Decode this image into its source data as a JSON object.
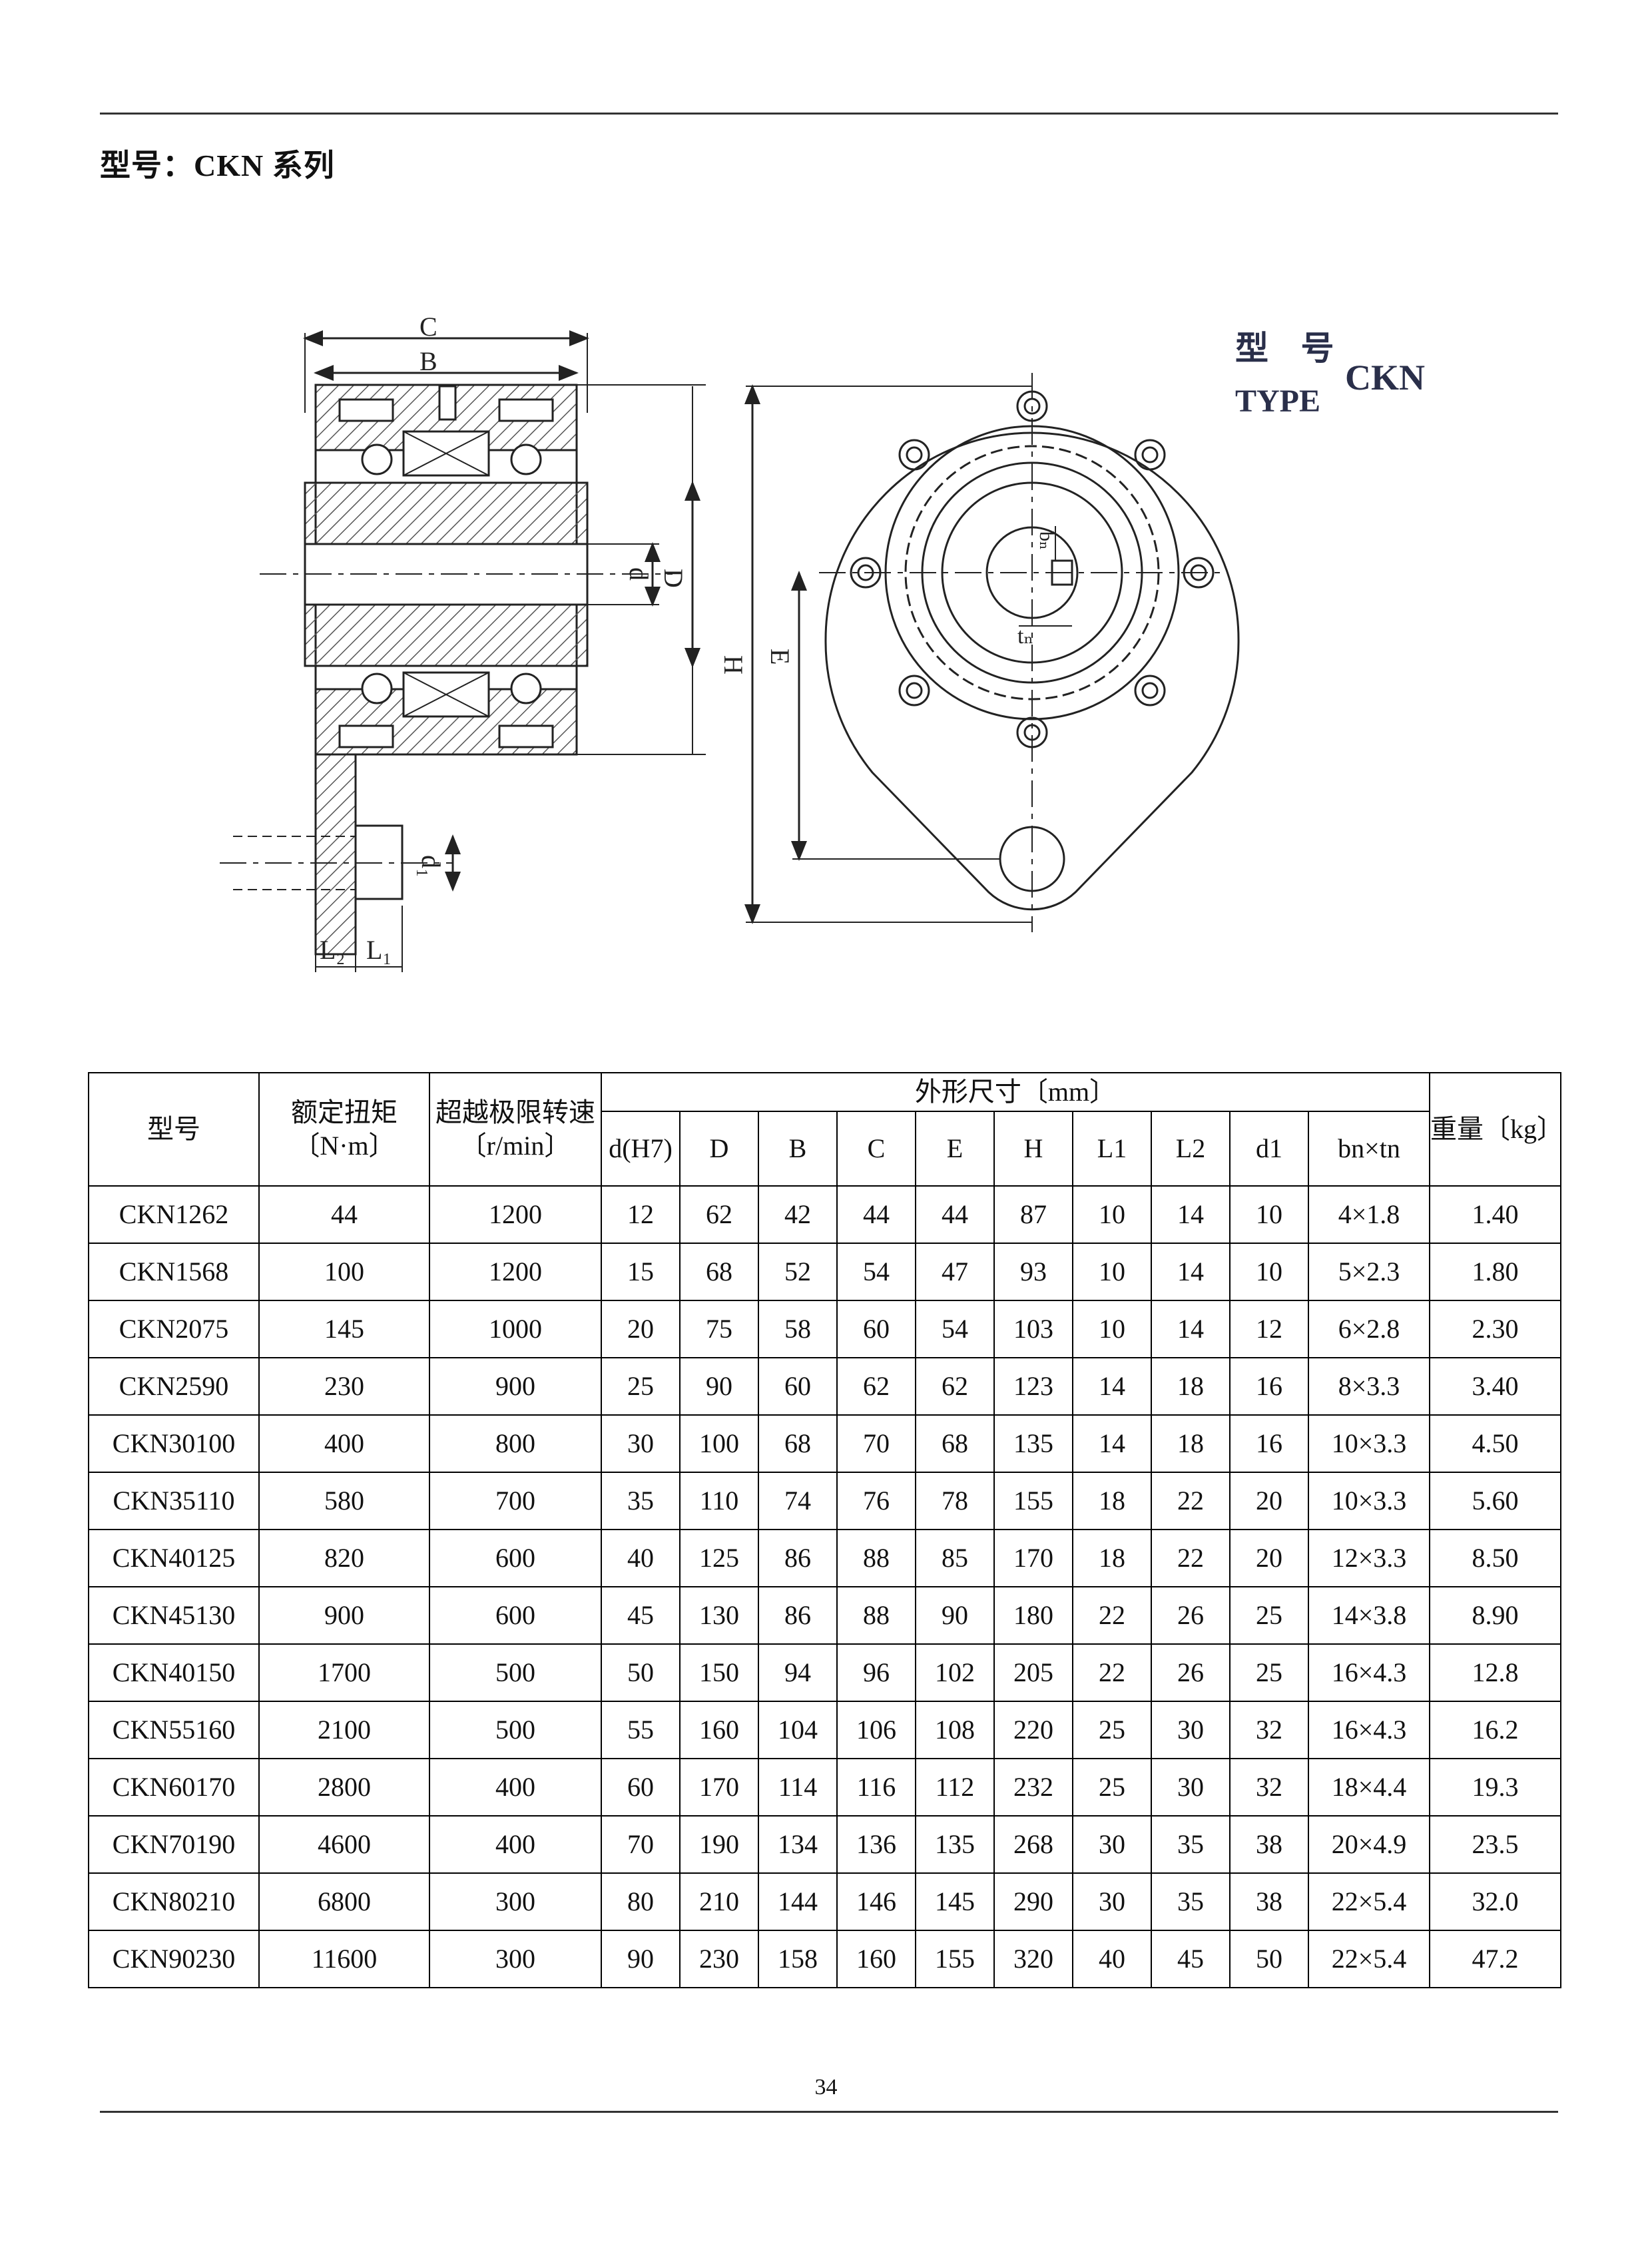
{
  "page": {
    "title": "型号：CKN 系列",
    "page_number": "34"
  },
  "figure": {
    "type_label_zh": "型 号",
    "type_label_en": "TYPE",
    "type_model": "CKN",
    "dim_C": "C",
    "dim_B": "B",
    "dim_d": "d",
    "dim_D": "D",
    "dim_H": "H",
    "dim_E": "E",
    "dim_d1": "d₁",
    "dim_L1": "L₁",
    "dim_L2": "L₂",
    "dim_bn": "bₙ",
    "dim_tn": "tₙ"
  },
  "table": {
    "header": {
      "model": "型号",
      "torque": "额定扭矩〔N·m〕",
      "speed": "超越极限转速〔r/min〕",
      "dims_group": "外形尺寸〔mm〕",
      "weight": "重量〔kg〕",
      "dims": [
        "d(H7)",
        "D",
        "B",
        "C",
        "E",
        "H",
        "L1",
        "L2",
        "d1",
        "bn×tn"
      ]
    },
    "rows": [
      [
        "CKN1262",
        "44",
        "1200",
        "12",
        "62",
        "42",
        "44",
        "44",
        "87",
        "10",
        "14",
        "10",
        "4×1.8",
        "1.40"
      ],
      [
        "CKN1568",
        "100",
        "1200",
        "15",
        "68",
        "52",
        "54",
        "47",
        "93",
        "10",
        "14",
        "10",
        "5×2.3",
        "1.80"
      ],
      [
        "CKN2075",
        "145",
        "1000",
        "20",
        "75",
        "58",
        "60",
        "54",
        "103",
        "10",
        "14",
        "12",
        "6×2.8",
        "2.30"
      ],
      [
        "CKN2590",
        "230",
        "900",
        "25",
        "90",
        "60",
        "62",
        "62",
        "123",
        "14",
        "18",
        "16",
        "8×3.3",
        "3.40"
      ],
      [
        "CKN30100",
        "400",
        "800",
        "30",
        "100",
        "68",
        "70",
        "68",
        "135",
        "14",
        "18",
        "16",
        "10×3.3",
        "4.50"
      ],
      [
        "CKN35110",
        "580",
        "700",
        "35",
        "110",
        "74",
        "76",
        "78",
        "155",
        "18",
        "22",
        "20",
        "10×3.3",
        "5.60"
      ],
      [
        "CKN40125",
        "820",
        "600",
        "40",
        "125",
        "86",
        "88",
        "85",
        "170",
        "18",
        "22",
        "20",
        "12×3.3",
        "8.50"
      ],
      [
        "CKN45130",
        "900",
        "600",
        "45",
        "130",
        "86",
        "88",
        "90",
        "180",
        "22",
        "26",
        "25",
        "14×3.8",
        "8.90"
      ],
      [
        "CKN40150",
        "1700",
        "500",
        "50",
        "150",
        "94",
        "96",
        "102",
        "205",
        "22",
        "26",
        "25",
        "16×4.3",
        "12.8"
      ],
      [
        "CKN55160",
        "2100",
        "500",
        "55",
        "160",
        "104",
        "106",
        "108",
        "220",
        "25",
        "30",
        "32",
        "16×4.3",
        "16.2"
      ],
      [
        "CKN60170",
        "2800",
        "400",
        "60",
        "170",
        "114",
        "116",
        "112",
        "232",
        "25",
        "30",
        "32",
        "18×4.4",
        "19.3"
      ],
      [
        "CKN70190",
        "4600",
        "400",
        "70",
        "190",
        "134",
        "136",
        "135",
        "268",
        "30",
        "35",
        "38",
        "20×4.9",
        "23.5"
      ],
      [
        "CKN80210",
        "6800",
        "300",
        "80",
        "210",
        "144",
        "146",
        "145",
        "290",
        "30",
        "35",
        "38",
        "22×5.4",
        "32.0"
      ],
      [
        "CKN90230",
        "11600",
        "300",
        "90",
        "230",
        "158",
        "160",
        "155",
        "320",
        "40",
        "45",
        "50",
        "22×5.4",
        "47.2"
      ]
    ]
  }
}
